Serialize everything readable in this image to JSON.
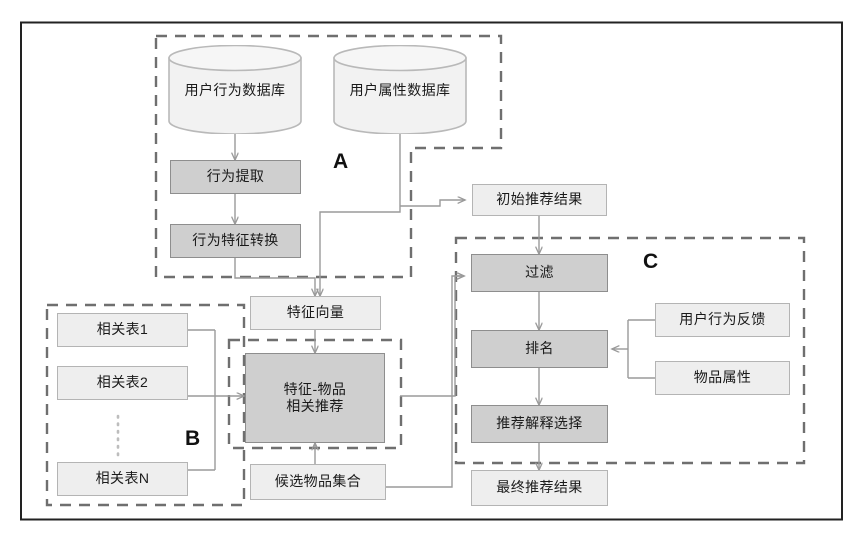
{
  "diagram": {
    "title_visible": false,
    "frame": {
      "border_color": "#222222"
    },
    "palette": {
      "light_fill": "#eeeeee",
      "light_stroke": "#b4b4b4",
      "dark_fill": "#cfcfcf",
      "dark_stroke": "#8e8e8e",
      "cylinder_fill": "#f2f2f2",
      "cylinder_stroke": "#b9b9b9",
      "connector": "#9a9a9a",
      "dashed_group": "#6f6f6f",
      "text": "#1a1a1a"
    },
    "group_labels": [
      {
        "id": "group-a",
        "text": "A"
      },
      {
        "id": "group-b",
        "text": "B"
      },
      {
        "id": "group-c",
        "text": "C"
      }
    ],
    "datastores": [
      {
        "id": "user-behavior-db",
        "label": "用户行为数据库"
      },
      {
        "id": "user-attribute-db",
        "label": "用户属性数据库"
      }
    ],
    "process_nodes": [
      {
        "id": "behavior-extraction",
        "label": "行为提取",
        "style": "dark"
      },
      {
        "id": "behavior-feature-convert",
        "label": "行为特征转换",
        "style": "dark"
      },
      {
        "id": "feature-vector",
        "label": "特征向量",
        "style": "light"
      },
      {
        "id": "feature-item-recommend",
        "label": "特征-物品\n相关推荐",
        "style": "dark"
      },
      {
        "id": "candidate-item-set",
        "label": "候选物品集合",
        "style": "light"
      },
      {
        "id": "related-table-1",
        "label": "相关表1",
        "style": "light"
      },
      {
        "id": "related-table-2",
        "label": "相关表2",
        "style": "light"
      },
      {
        "id": "related-table-n",
        "label": "相关表N",
        "style": "light"
      },
      {
        "id": "initial-recommend-result",
        "label": "初始推荐结果",
        "style": "light"
      },
      {
        "id": "filter",
        "label": "过滤",
        "style": "dark"
      },
      {
        "id": "ranking",
        "label": "排名",
        "style": "dark"
      },
      {
        "id": "explain-selection",
        "label": "推荐解释选择",
        "style": "dark"
      },
      {
        "id": "final-recommend-result",
        "label": "最终推荐结果",
        "style": "light"
      },
      {
        "id": "user-behavior-feedback",
        "label": "用户行为反馈",
        "style": "light"
      },
      {
        "id": "item-attribute",
        "label": "物品属性",
        "style": "light"
      }
    ],
    "vertical_ellipsis": "⋮"
  }
}
